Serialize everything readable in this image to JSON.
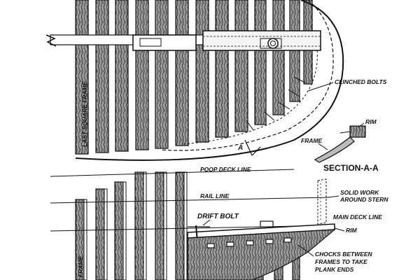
{
  "labels": {
    "last_square_frame": "LAST SQUARE FRAME",
    "clinched_bolts": "CLINCHED BOLTS",
    "rim_top": "RIM",
    "frame_section": "FRAME",
    "section_a_a": "SECTION-A-A",
    "marker_a": "A",
    "poop_deck_line": "POOP DECK LINE",
    "rail_line": "RAIL LINE",
    "solid_work_1": "SOLID WORK",
    "solid_work_2": "AROUND STERN",
    "drift_bolt": "DRIFT BOLT",
    "main_deck_line": "MAIN DECK LINE",
    "rim_bottom": "RIM",
    "chocks_1": "CHOCKS BETWEEN",
    "chocks_2": "FRAMES TO TAKE",
    "chocks_3": "PLANK ENDS",
    "frame_lower": "FRAME"
  },
  "colors": {
    "ink": "#111111",
    "paper": "#ffffff",
    "wood": "#6b6b6b"
  }
}
